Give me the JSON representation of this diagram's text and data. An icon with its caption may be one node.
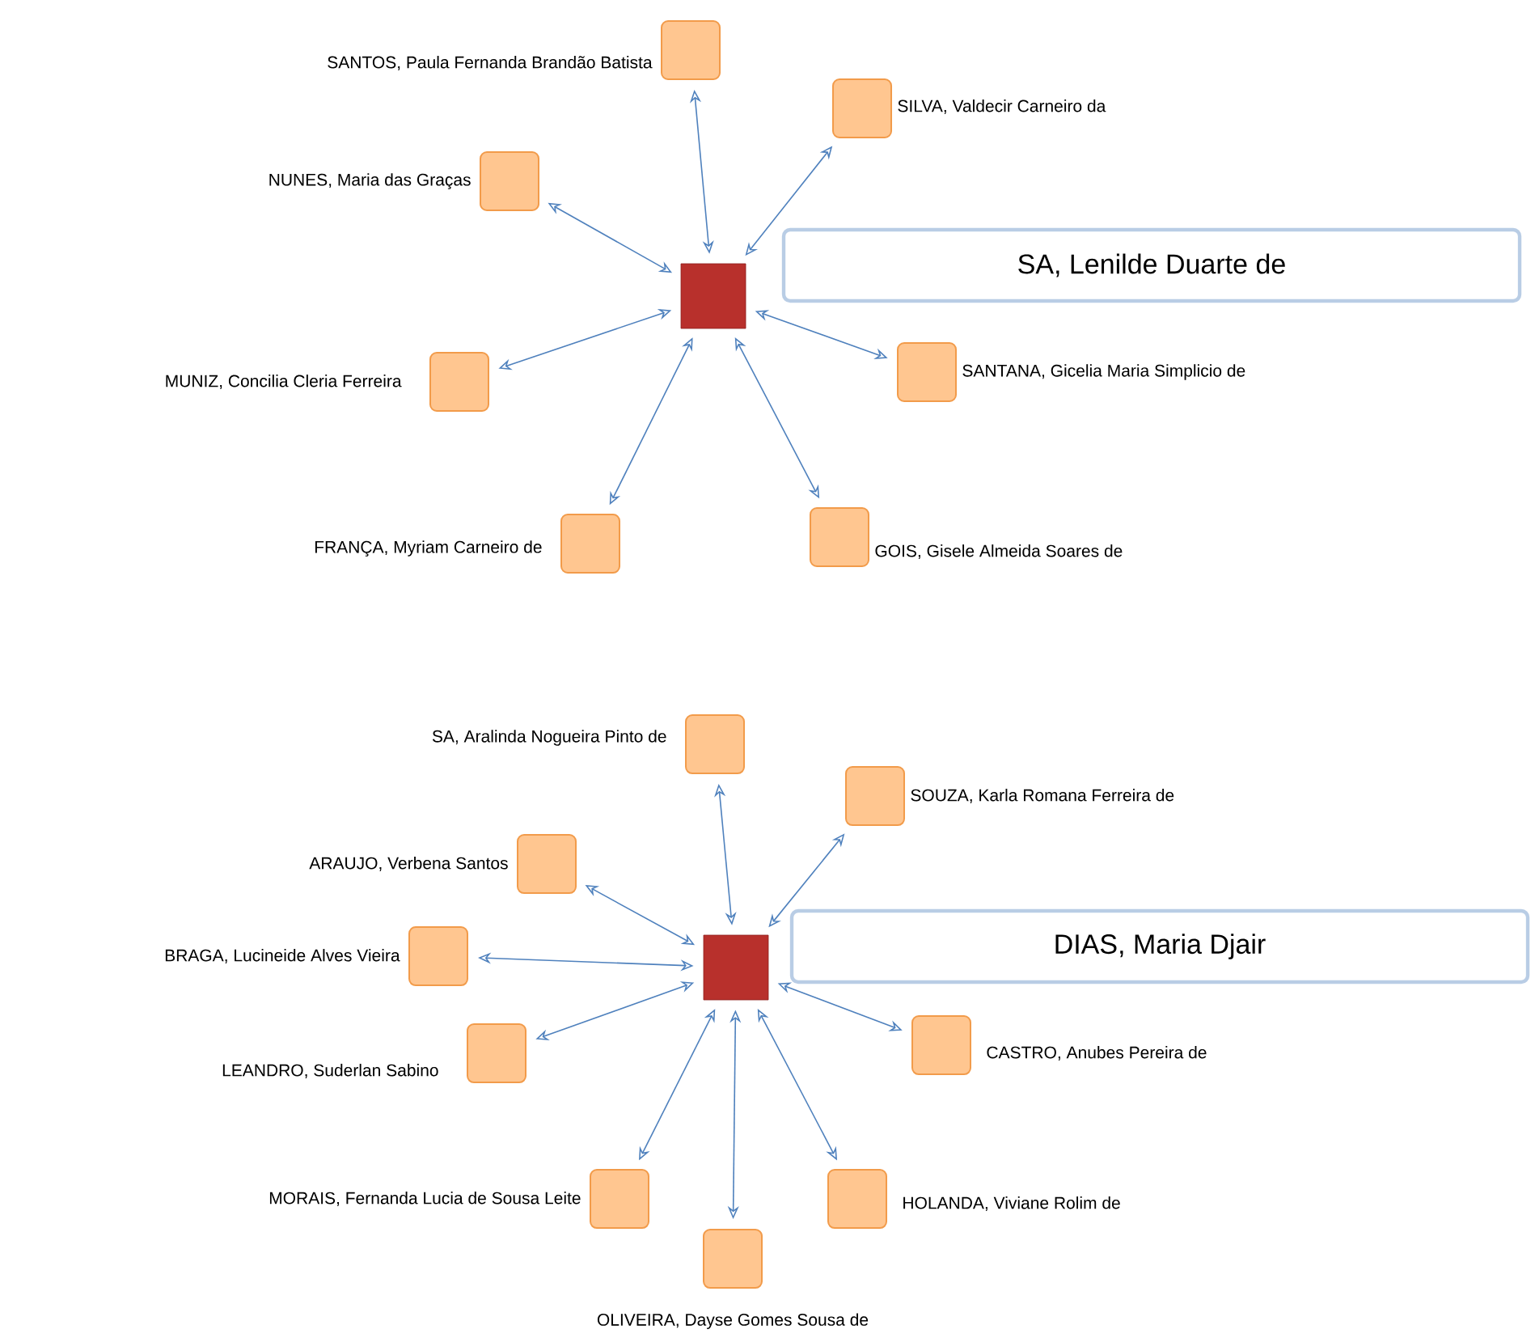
{
  "diagram": {
    "nodes": [
      {
        "text": [],
        "shape": "box"
      },
      {
        "text": [
          "SA, Lenilde Duarte de"
        ]
      },
      {
        "text": [],
        "shape": "box",
        "beside": [
          "SANTOS, Paula Fernanda Brandão Batista"
        ]
      },
      {
        "text": [],
        "shape": "box",
        "beside": [
          "SILVA, Valdecir Carneiro da"
        ]
      },
      {
        "text": [],
        "shape": "box",
        "beside": [
          "NUNES, Maria das Graças"
        ]
      },
      {
        "text": [],
        "shape": "box",
        "beside": [
          "MUNIZ, Concilia Cleria Ferreira"
        ]
      },
      {
        "text": [],
        "shape": "box",
        "beside": [
          "SANTANA, Gicelia Maria Simplicio de"
        ]
      },
      {
        "text": [],
        "shape": "box",
        "beside": [
          "FRANÇA, Myriam Carneiro de"
        ]
      },
      {
        "text": [],
        "shape": "box",
        "beside": [
          "GOIS, Gisele Almeida Soares de"
        ]
      },
      {
        "text": [],
        "shape": "box"
      },
      {
        "text": [
          "DIAS, Maria Djair"
        ]
      },
      {
        "text": [],
        "shape": "box",
        "beside": [
          "SA, Aralinda Nogueira Pinto de"
        ]
      },
      {
        "text": [],
        "shape": "box",
        "beside": [
          "SOUZA, Karla Romana Ferreira de"
        ]
      },
      {
        "text": [],
        "shape": "box",
        "beside": [
          "ARAUJO, Verbena Santos"
        ]
      },
      {
        "text": [],
        "shape": "box",
        "beside": [
          "BRAGA, Lucineide Alves Vieira"
        ]
      },
      {
        "text": [],
        "shape": "box",
        "beside": [
          "LEANDRO, Suderlan Sabino"
        ]
      },
      {
        "text": [],
        "shape": "box",
        "beside": [
          "CASTRO, Anubes Pereira de"
        ]
      },
      {
        "text": [],
        "shape": "box",
        "beside": [
          "MORAIS, Fernanda Lucia de Sousa Leite"
        ]
      },
      {
        "text": [],
        "shape": "box",
        "beside": [
          "HOLANDA, Viviane Rolim de"
        ]
      },
      {
        "text": [],
        "shape": "box",
        "beside": [
          "OLIVEIRA, Dayse Gomes Sousa de"
        ]
      }
    ],
    "edges": [
      {
        "from": 0,
        "to": 2,
        "arrow": "both"
      },
      {
        "from": 0,
        "to": 3,
        "arrow": "both"
      },
      {
        "from": 0,
        "to": 4,
        "arrow": "both"
      },
      {
        "from": 0,
        "to": 5,
        "arrow": "both"
      },
      {
        "from": 0,
        "to": 6,
        "arrow": "both"
      },
      {
        "from": 0,
        "to": 7,
        "arrow": "both"
      },
      {
        "from": 0,
        "to": 8,
        "arrow": "both"
      },
      {
        "from": 9,
        "to": 11,
        "arrow": "both"
      },
      {
        "from": 9,
        "to": 12,
        "arrow": "both"
      },
      {
        "from": 9,
        "to": 13,
        "arrow": "both"
      },
      {
        "from": 9,
        "to": 14,
        "arrow": "both"
      },
      {
        "from": 9,
        "to": 15,
        "arrow": "both"
      },
      {
        "from": 9,
        "to": 16,
        "arrow": "both"
      },
      {
        "from": 9,
        "to": 17,
        "arrow": "both"
      },
      {
        "from": 9,
        "to": 18,
        "arrow": "both"
      },
      {
        "from": 9,
        "to": 19,
        "arrow": "both"
      }
    ]
  }
}
